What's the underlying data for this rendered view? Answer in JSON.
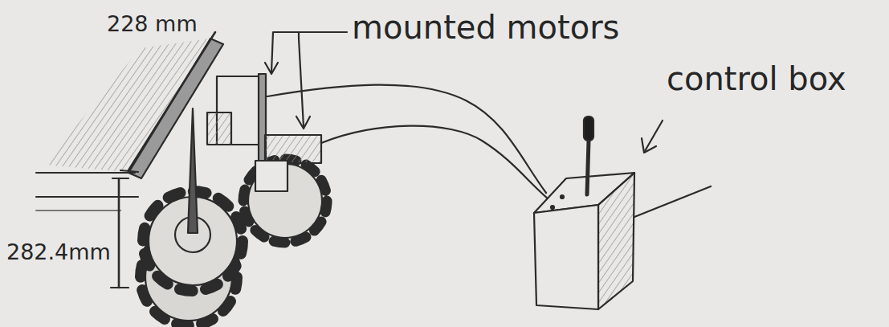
{
  "diagram": {
    "labels": [
      "228 mm",
      "mounted motors",
      "control box",
      "282.4mm"
    ]
  }
}
